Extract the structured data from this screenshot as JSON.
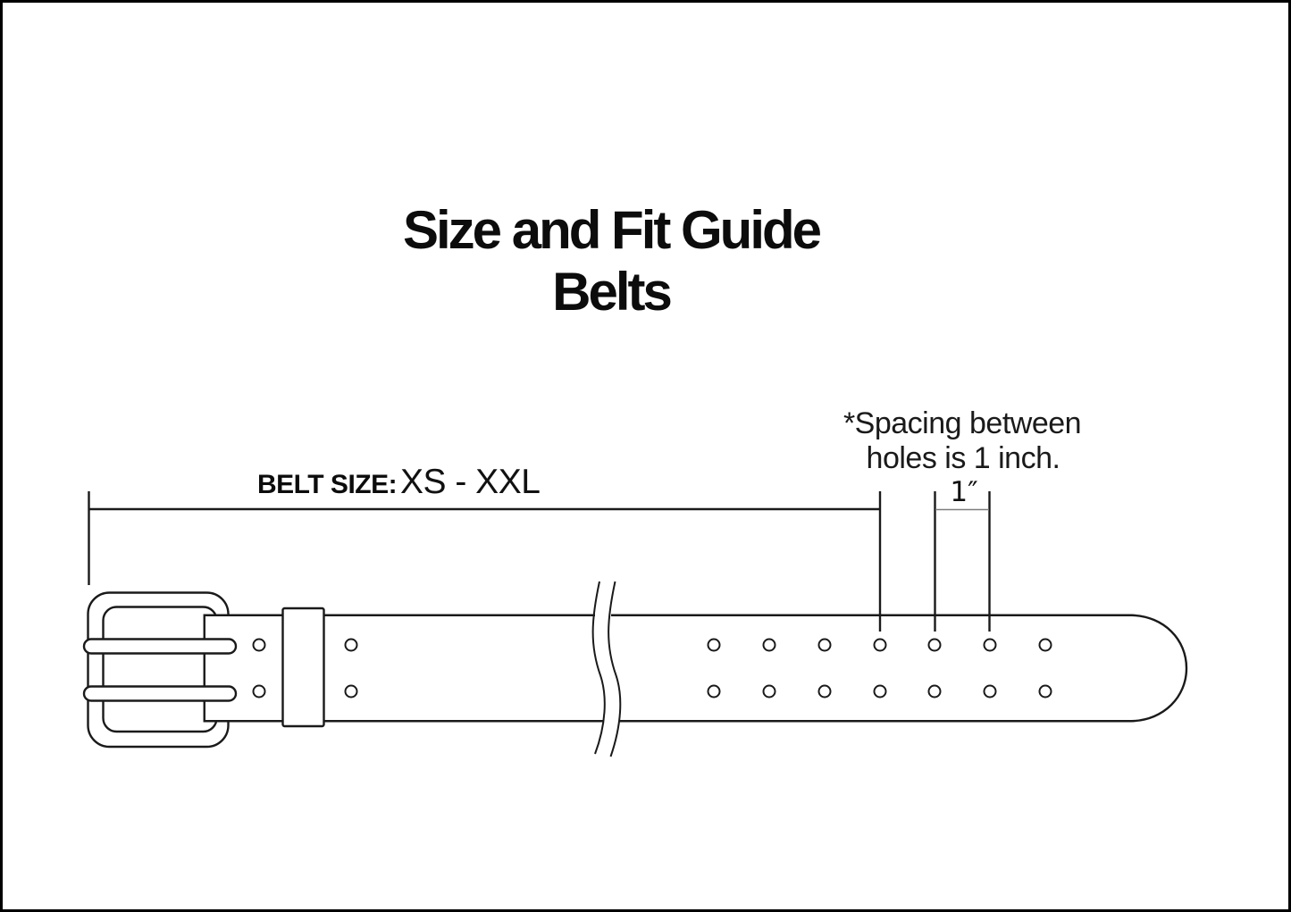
{
  "header": {
    "title_line1": "Size and Fit Guide",
    "title_line2": "Belts"
  },
  "size_callout": {
    "prefix": "BELT SIZE:",
    "value": "XS - XXL"
  },
  "spacing_note": {
    "line1": "*Spacing between",
    "line2": "holes is 1 inch.",
    "inch_marker": "1″"
  },
  "diagram": {
    "hole_rows": 2,
    "left_hole_columns": 2,
    "right_hole_columns": 7,
    "hole_spacing_inches": 1
  },
  "colors": {
    "background": "#ffffff",
    "line": "#1a1a1a",
    "inch_measure_line": "#7d7d7d",
    "page_border": "#000000"
  }
}
